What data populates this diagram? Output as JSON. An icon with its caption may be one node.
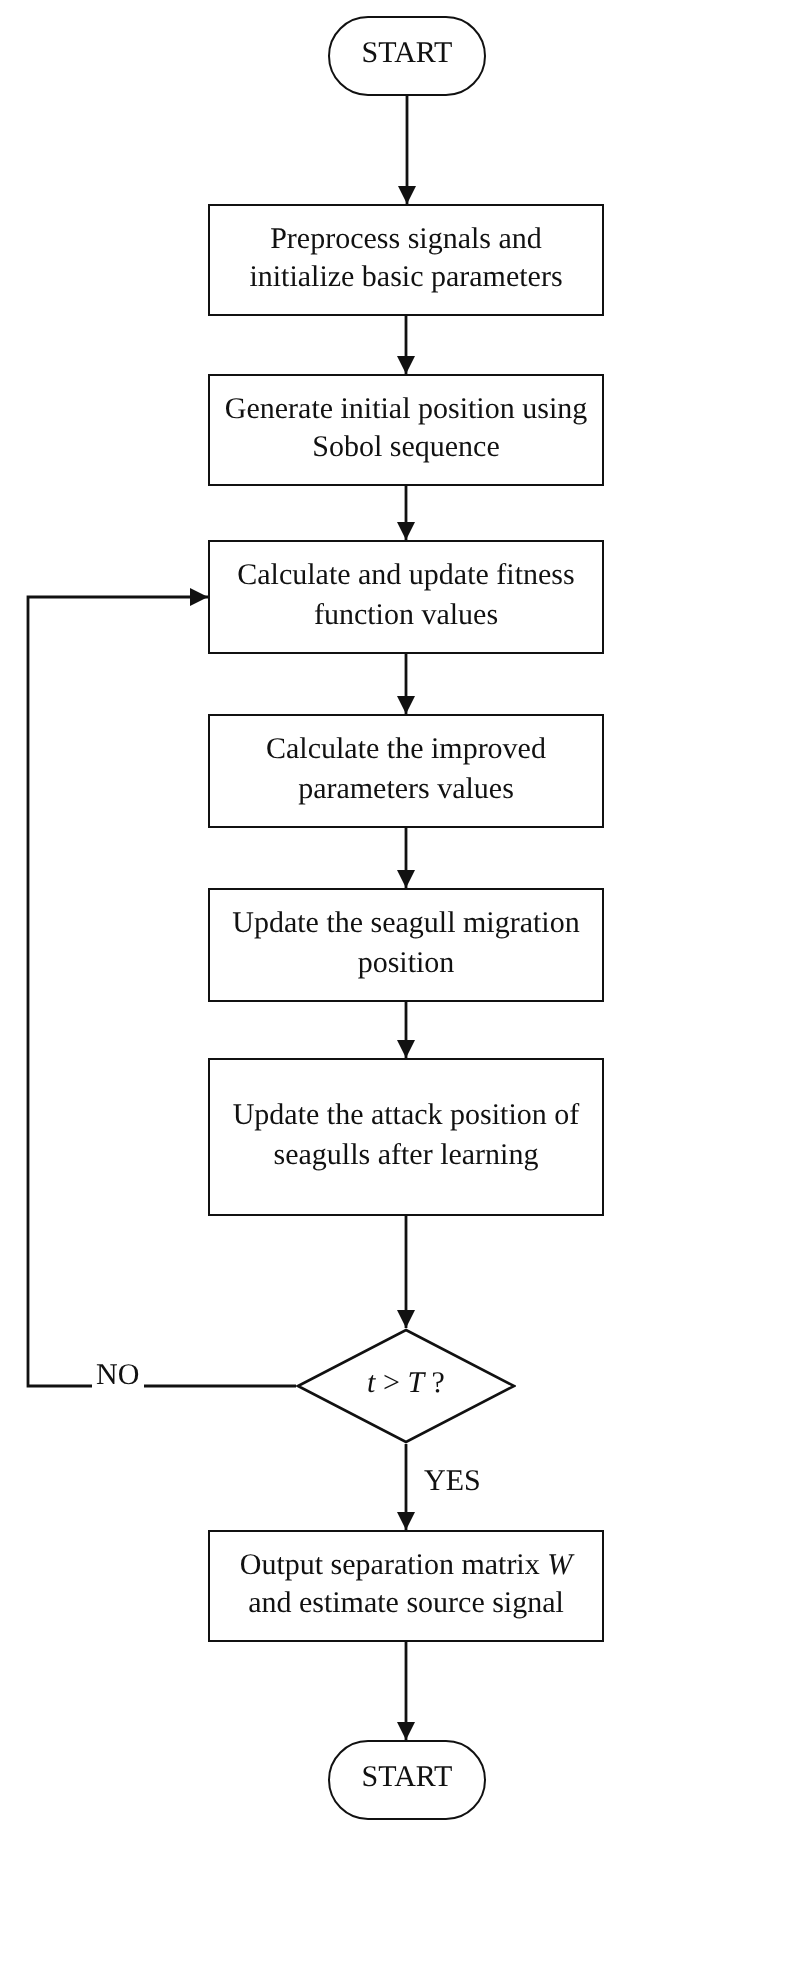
{
  "diagram": {
    "nodes": [
      {
        "text": [
          "START"
        ]
      },
      {
        "text": [
          "Preprocess signals and initialize basic parameters"
        ]
      },
      {
        "text": [
          "Generate initial position using Sobol sequence"
        ]
      },
      {
        "text": [
          "Calculate and update fitness function values"
        ]
      },
      {
        "text": [
          "Calculate the improved parameters values"
        ]
      },
      {
        "text": [
          "Update the seagull migration position"
        ]
      },
      {
        "text": [
          "Update the attack position of seagulls after learning"
        ]
      },
      {
        "text": [
          "*t* > *T* ?"
        ]
      },
      {
        "text": [
          "Output separation matrix *W* and estimate source signal"
        ]
      },
      {
        "text": [
          "START"
        ]
      }
    ],
    "edges": [
      {
        "from": 0,
        "to": 1,
        "arrow": "to"
      },
      {
        "from": 1,
        "to": 2,
        "arrow": "to"
      },
      {
        "from": 2,
        "to": 3,
        "arrow": "to"
      },
      {
        "from": 3,
        "to": 4,
        "arrow": "to"
      },
      {
        "from": 4,
        "to": 5,
        "arrow": "to"
      },
      {
        "from": 5,
        "to": 6,
        "arrow": "to"
      },
      {
        "from": 6,
        "to": 7,
        "arrow": "to"
      },
      {
        "from": 7,
        "to": 3,
        "arrow": "to",
        "label": "NO"
      },
      {
        "from": 7,
        "to": 8,
        "arrow": "to",
        "label": "YES"
      },
      {
        "from": 8,
        "to": 9,
        "arrow": "to"
      }
    ]
  }
}
